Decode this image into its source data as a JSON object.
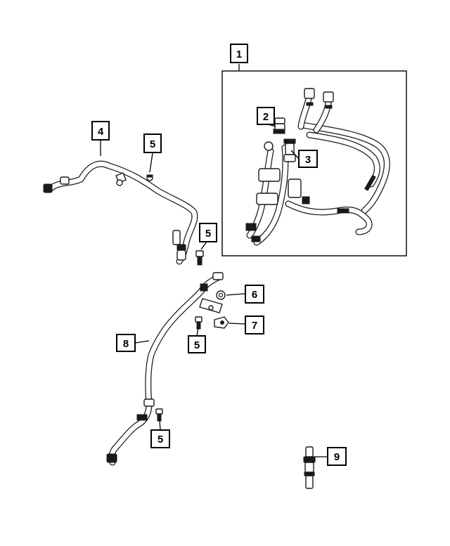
{
  "callouts": [
    {
      "id": "1",
      "label": "1"
    },
    {
      "id": "2",
      "label": "2"
    },
    {
      "id": "3",
      "label": "3"
    },
    {
      "id": "4",
      "label": "4"
    },
    {
      "id": "5a",
      "label": "5"
    },
    {
      "id": "5b",
      "label": "5"
    },
    {
      "id": "5c",
      "label": "5"
    },
    {
      "id": "5d",
      "label": "5"
    },
    {
      "id": "6",
      "label": "6"
    },
    {
      "id": "7",
      "label": "7"
    },
    {
      "id": "8",
      "label": "8"
    },
    {
      "id": "9",
      "label": "9"
    }
  ],
  "colors": {
    "line": "#1a1a1a",
    "background": "#ffffff"
  }
}
